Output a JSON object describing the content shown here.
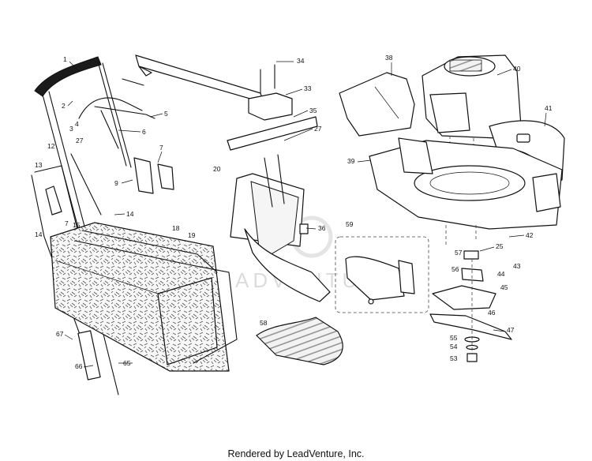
{
  "diagram": {
    "watermark": "ADVENTURE",
    "callouts": [
      "1",
      "2",
      "3",
      "4",
      "5",
      "6",
      "7",
      "7",
      "9",
      "12",
      "13",
      "14",
      "14",
      "15",
      "18",
      "19",
      "20",
      "25",
      "27",
      "27",
      "33",
      "34",
      "35",
      "36",
      "38",
      "39",
      "40",
      "41",
      "42",
      "43",
      "44",
      "45",
      "46",
      "47",
      "53",
      "54",
      "55",
      "56",
      "57",
      "58",
      "59",
      "65",
      "66",
      "67"
    ]
  },
  "footer": {
    "credit": "Rendered by LeadVenture, Inc."
  }
}
